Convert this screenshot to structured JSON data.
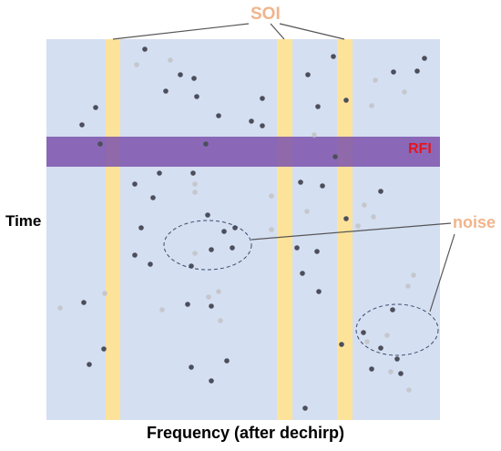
{
  "labels": {
    "soi": "SOI",
    "rfi": "RFI",
    "noise": "noise",
    "y_axis": "Time",
    "x_axis": "Frequency (after dechirp)"
  },
  "colors": {
    "background": "#d4dff2",
    "signal_band": "#fde39a",
    "rfi_band": "#7d54ad",
    "soi_text": "#f2b48a",
    "noise_text": "#f2b48a",
    "rfi_text": "#e8141c",
    "dark_dot": "#4c4e5b",
    "light_dot": "#c5c7cc"
  }
}
